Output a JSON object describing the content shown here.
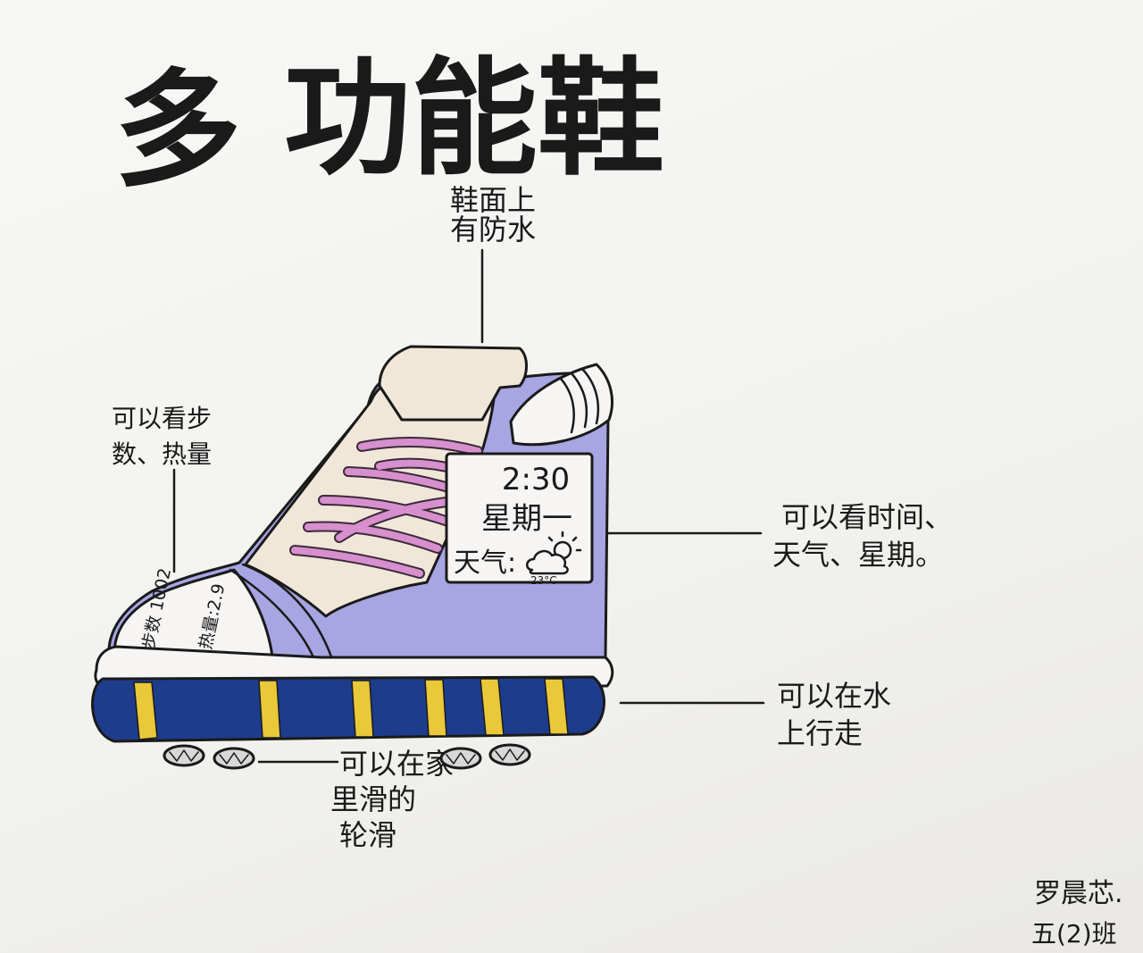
{
  "title": {
    "part1": "多",
    "part2": "功能鞋"
  },
  "callouts": {
    "waterproof": {
      "lines": [
        "鞋面上",
        "有防水"
      ]
    },
    "steps": {
      "lines": [
        "可以看步",
        "数、热量"
      ]
    },
    "display": {
      "lines": [
        "可以看时间、",
        "天气、星期。"
      ]
    },
    "water_walk": {
      "lines": [
        "可以在水",
        "上行走"
      ]
    },
    "skates": {
      "lines": [
        "可以在家",
        "里滑的",
        "轮滑"
      ]
    }
  },
  "screen": {
    "time": "2:30",
    "weekday": "星期一",
    "weather_label": "天气:",
    "temperature": "23°C",
    "weather_icon": "partly-cloudy-icon"
  },
  "toe_display": {
    "steps": "步数 1002",
    "calories": "热量:2.9"
  },
  "signature": {
    "name": "罗晨芯.",
    "class": "五(2)班"
  },
  "colors": {
    "purple": "#a7a5e2",
    "cream": "#f1e7d9",
    "pink": "#d78fcd",
    "navy": "#1e3c8c",
    "yellow": "#e9c83a",
    "white": "#f6f5f4",
    "wheel": "#d8d8d8"
  }
}
